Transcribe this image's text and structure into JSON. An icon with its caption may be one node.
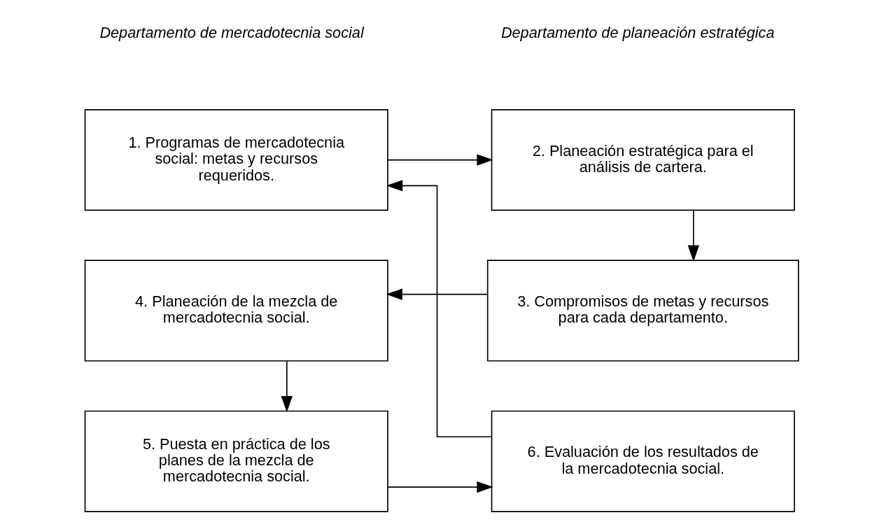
{
  "diagram": {
    "nodes": [
      {
        "text": [
          "1. Programas de mercadotecnia social: metas y recursos requeridos."
        ]
      },
      {
        "text": [
          "2. Planeación estratégica para el análisis de cartera."
        ]
      },
      {
        "text": [
          "3. Compromisos de metas y recursos para cada departamento."
        ]
      },
      {
        "text": [
          "4. Planeación de la mezcla de mercadotecnia social."
        ]
      },
      {
        "text": [
          "5. Puesta en práctica de los planes de la mezcla de mercadotecnia social."
        ]
      },
      {
        "text": [
          "6. Evaluación de los resultados de la mercadotecnia social."
        ]
      }
    ],
    "edges": [
      {
        "from": 0,
        "to": 1,
        "arrow": "to"
      },
      {
        "from": 1,
        "to": 2,
        "arrow": "to"
      },
      {
        "from": 2,
        "to": 3,
        "arrow": "to"
      },
      {
        "from": 3,
        "to": 4,
        "arrow": "to"
      },
      {
        "from": 4,
        "to": 5,
        "arrow": "to"
      },
      {
        "from": 5,
        "to": 0,
        "arrow": "to"
      }
    ],
    "labels": [
      "Departamento de mercadotecnia social",
      "Departamento de planeación estratégica"
    ]
  }
}
